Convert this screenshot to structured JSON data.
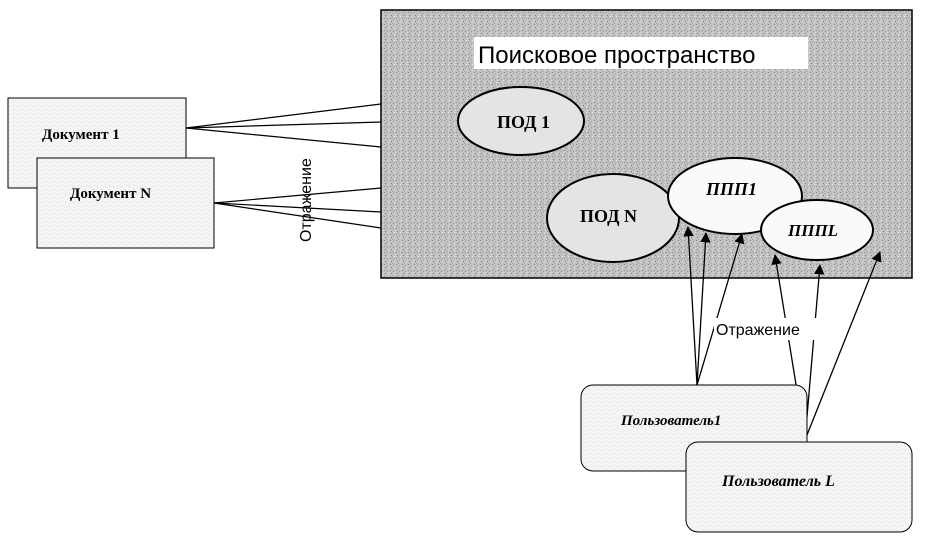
{
  "search_space": {
    "title": "Поисковое  пространство"
  },
  "documents": [
    {
      "label": "Документ 1"
    },
    {
      "label": "Документ N"
    }
  ],
  "ellipses": {
    "pod1": "ПОД 1",
    "podn": "ПОД N",
    "ppp1": "ППП1",
    "pppl": "ПППL"
  },
  "users": [
    {
      "label": "Пользователь1"
    },
    {
      "label": "Пользователь L"
    }
  ],
  "reflection_labels": {
    "vertical": "Отражение",
    "horizontal": "Отражение"
  },
  "colors": {
    "space_fill": "#b3b3b3",
    "document_fill": "#f2f2f2",
    "ellipse_fill": "#eaeaea",
    "line": "#000000"
  }
}
